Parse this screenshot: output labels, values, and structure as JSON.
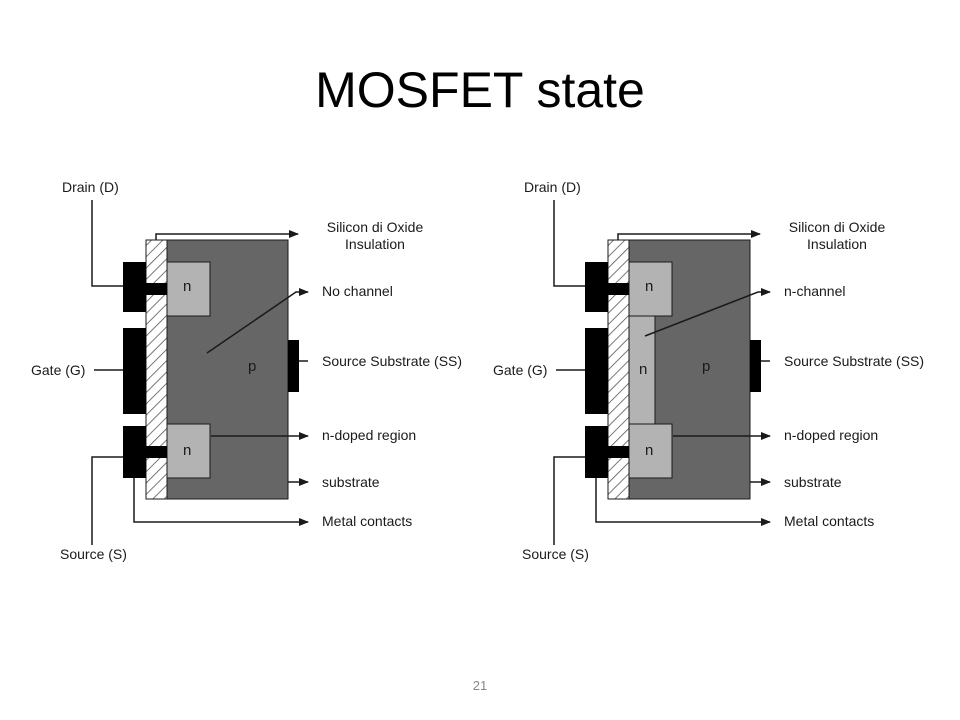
{
  "title": "MOSFET state",
  "slide_number": "21",
  "diagrams": [
    {
      "labels": {
        "drain": "Drain (D)",
        "gate": "Gate (G)",
        "source": "Source (S)",
        "oxide_line1": "Silicon di Oxide",
        "oxide_line2": "Insulation",
        "channel": "No channel",
        "source_substrate": "Source Substrate (SS)",
        "n_doped": "n-doped region",
        "substrate": "substrate",
        "metal_contacts": "Metal contacts"
      },
      "regions": {
        "top_n": "n",
        "bottom_n": "n",
        "p": "p"
      }
    },
    {
      "labels": {
        "drain": "Drain (D)",
        "gate": "Gate (G)",
        "source": "Source (S)",
        "oxide_line1": "Silicon di Oxide",
        "oxide_line2": "Insulation",
        "channel": "n-channel",
        "source_substrate": "Source Substrate (SS)",
        "n_doped": "n-doped region",
        "substrate": "substrate",
        "metal_contacts": "Metal contacts"
      },
      "regions": {
        "top_n": "n",
        "bottom_n": "n",
        "p": "p",
        "channel_n": "n"
      }
    }
  ],
  "colors": {
    "substrate_fill": "#666666",
    "n_region_fill": "#b3b3b3",
    "metal_fill": "#000000",
    "line": "#1a1a1a"
  }
}
